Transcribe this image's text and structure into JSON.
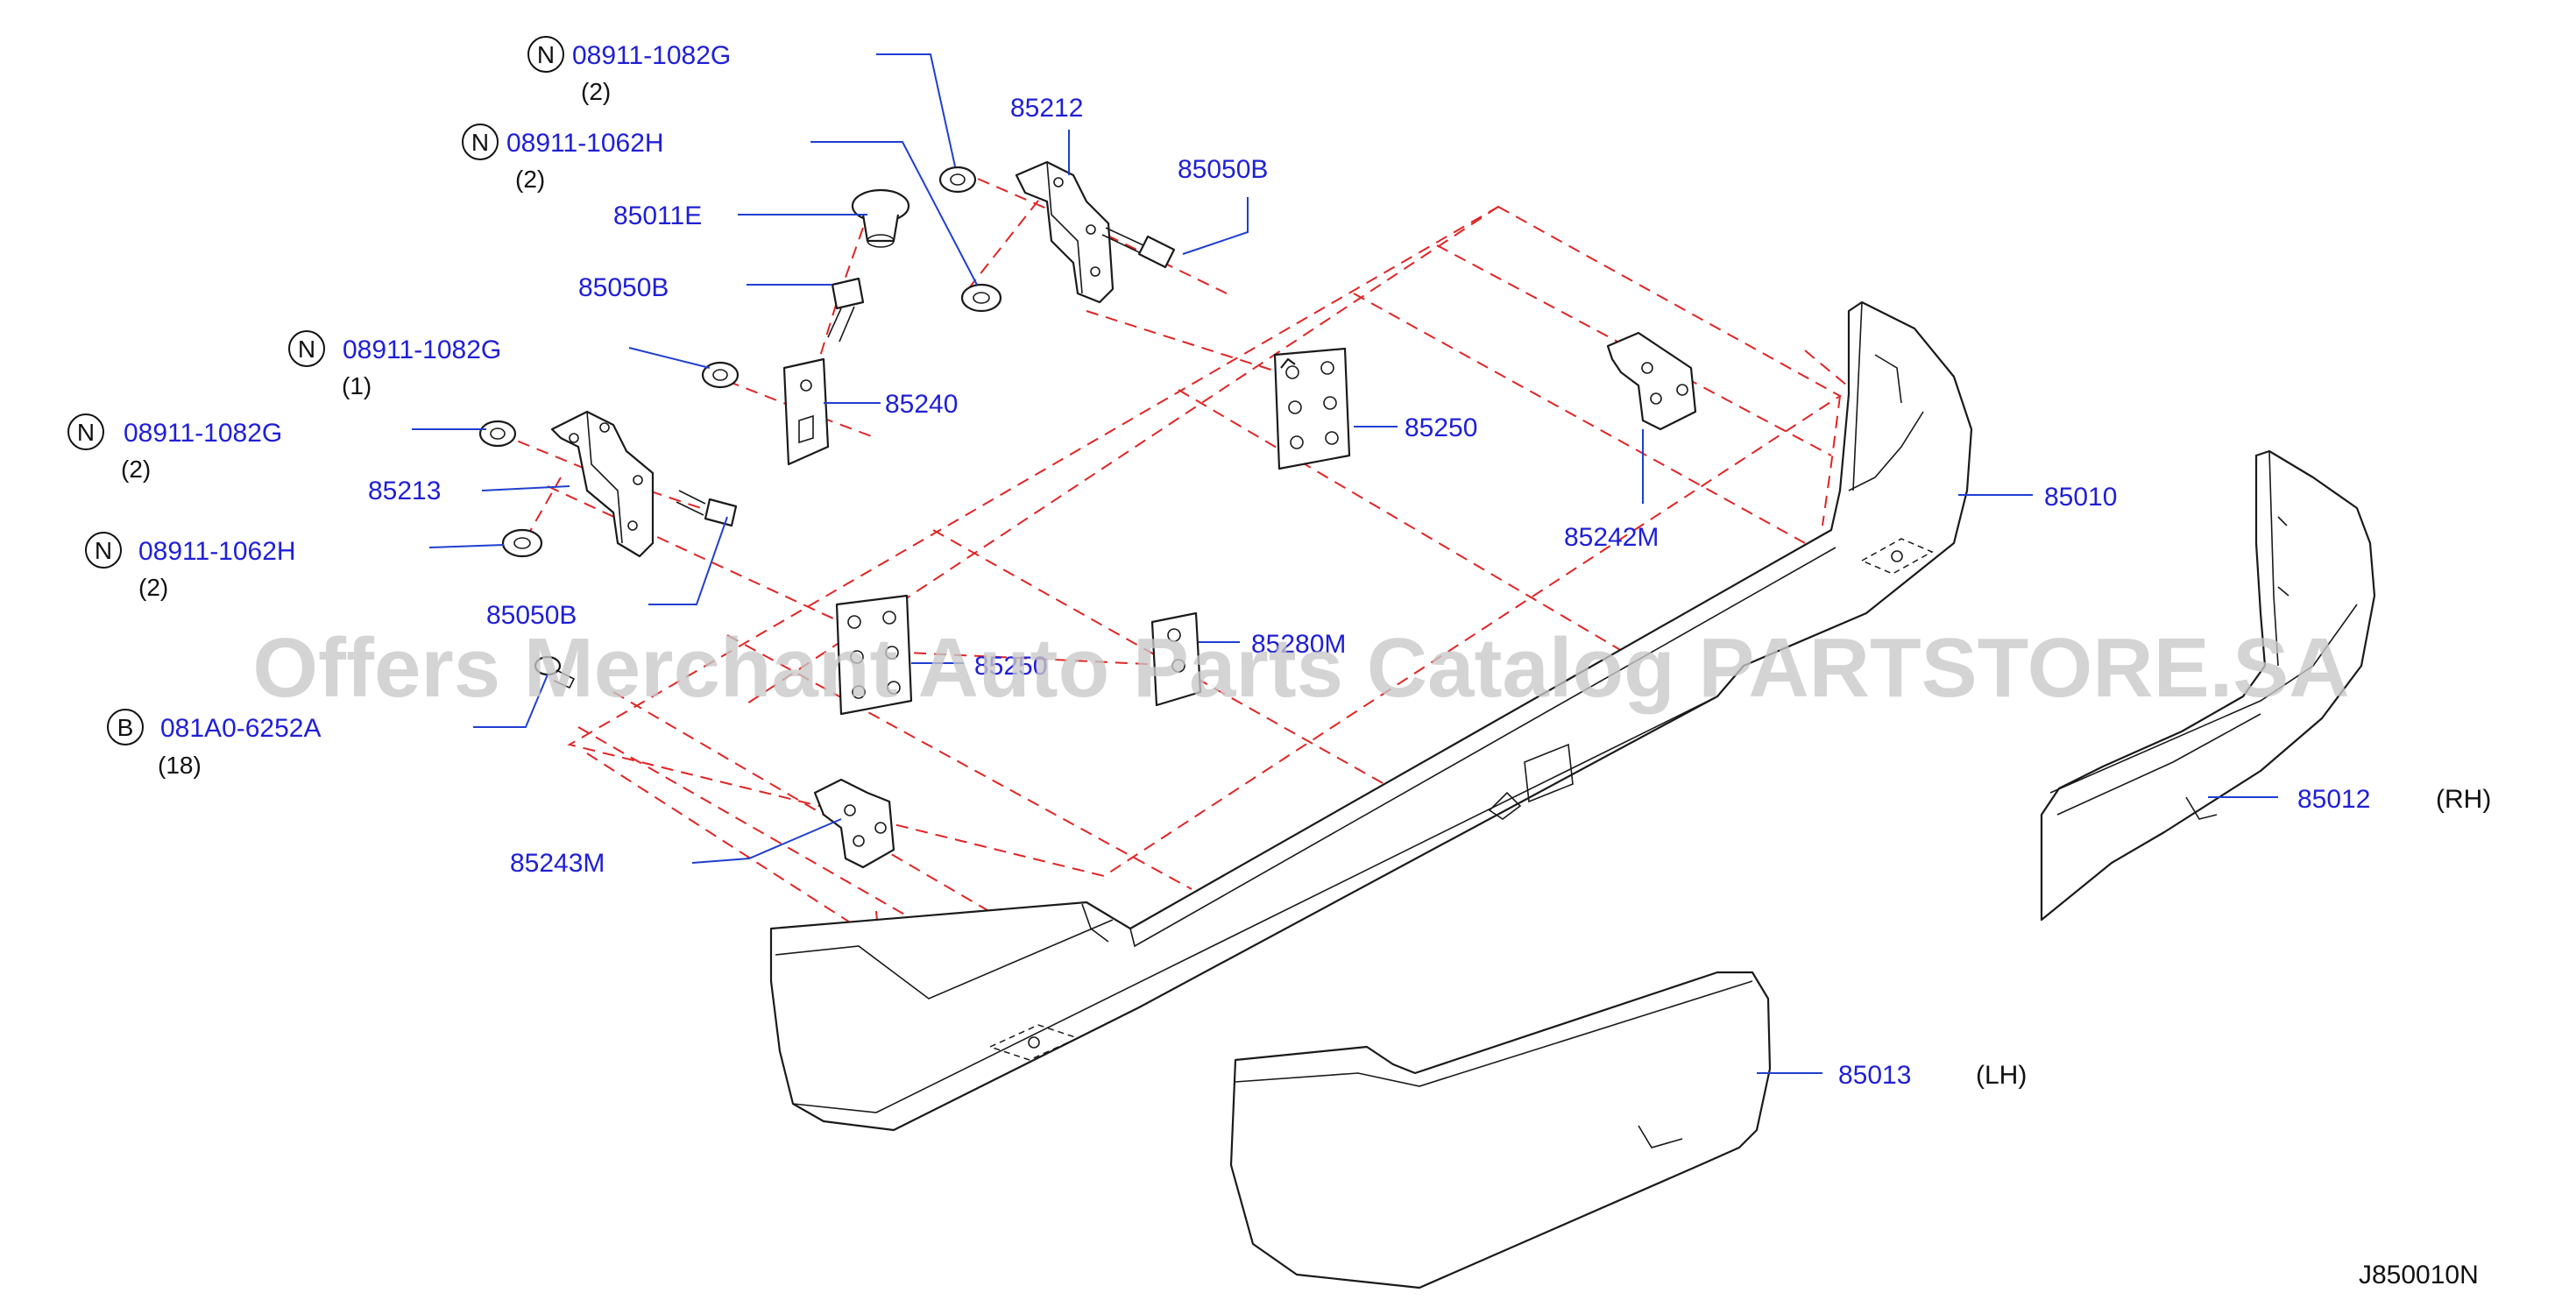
{
  "labels": {
    "n1_part": "08911-1082G",
    "n1_qty": "(2)",
    "n2_part": "08911-1062H",
    "n2_qty": "(2)",
    "p85011e": "85011E",
    "p85050b_a": "85050B",
    "p85212": "85212",
    "p85050b_b": "85050B",
    "n3_part": "08911-1082G",
    "n3_qty": "(1)",
    "p85240": "85240",
    "p85250": "85250",
    "n4_part": "08911-1082G",
    "n4_qty": "(2)",
    "p85213": "85213",
    "p85242m": "85242M",
    "p85010": "85010",
    "n5_part": "08911-1062H",
    "n5_qty": "(2)",
    "p85050b_c": "85050B",
    "p85280m": "85280M",
    "p852xx": "85250",
    "b1_part": "081A0-6252A",
    "b1_qty": "(18)",
    "p85243m": "85243M",
    "p85012": "85012",
    "rh": "(RH)",
    "p85013": "85013",
    "lh": "(LH)",
    "diagram_code": "J850010N"
  },
  "badges": {
    "n": "N",
    "b": "B"
  },
  "watermark": "Offers Merchant Auto Parts Catalog PARTSTORE.SA",
  "colors": {
    "part_label": "#1f1fd6",
    "leader": "#1f3fd0",
    "dash": "#e02424",
    "line": "#1a1a1a"
  }
}
